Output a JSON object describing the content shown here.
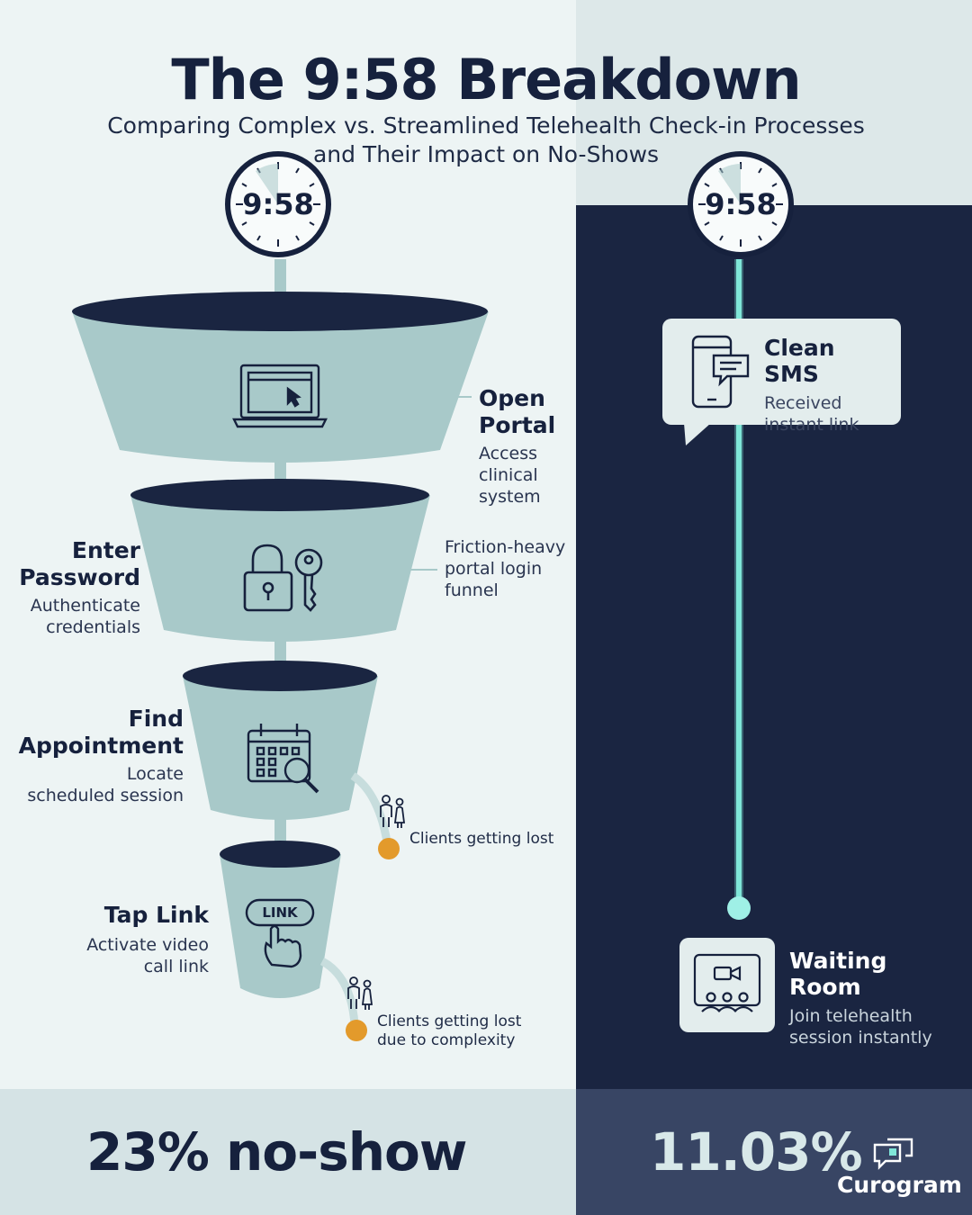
{
  "title": "The 9:58 Breakdown",
  "subtitle_line1": "Comparing Complex vs. Streamlined Telehealth Check-in Processes",
  "subtitle_line2": "and Their Impact on No-Shows",
  "clock_left": "9:58",
  "clock_right": "9:58",
  "colors": {
    "navy": "#1a2541",
    "funnel": "#a8c9c9",
    "accent_line": "#7fe6d8",
    "lost_dot": "#e39a2b",
    "card": "#e3eded"
  },
  "funnel_steps": [
    {
      "title_line1": "Open",
      "title_line2": "Portal",
      "desc_line1": "Access",
      "desc_line2": "clinical",
      "desc_line3": "system",
      "icon": "laptop-icon"
    },
    {
      "title_line1": "Enter",
      "title_line2": "Password",
      "desc_line1": "Authenticate",
      "desc_line2": "credentials",
      "icon": "lock-key-icon"
    },
    {
      "title_line1": "Find",
      "title_line2": "Appointment",
      "desc_line1": "Locate",
      "desc_line2": "scheduled session",
      "icon": "calendar-search-icon"
    },
    {
      "title_line1": "Tap Link",
      "desc_line1": "Activate video",
      "desc_line2": "call link",
      "icon": "tap-link-icon",
      "link_badge": "LINK"
    }
  ],
  "funnel_annotation": {
    "line1": "Friction-heavy",
    "line2": "portal login",
    "line3": "funnel"
  },
  "lost_1": {
    "line1": "Clients getting lost"
  },
  "lost_2": {
    "line1": "Clients getting lost",
    "line2": "due to complexity"
  },
  "sms_card": {
    "title": "Clean SMS",
    "desc_line1": "Received",
    "desc_line2": "instant link",
    "icon": "phone-message-icon"
  },
  "waiting_room": {
    "title": "Waiting Room",
    "desc_line1": "Join telehealth",
    "desc_line2": "session instantly",
    "icon": "video-group-icon"
  },
  "stat_left": "23% no-show",
  "stat_right": "11.03%",
  "brand": "Curogram"
}
